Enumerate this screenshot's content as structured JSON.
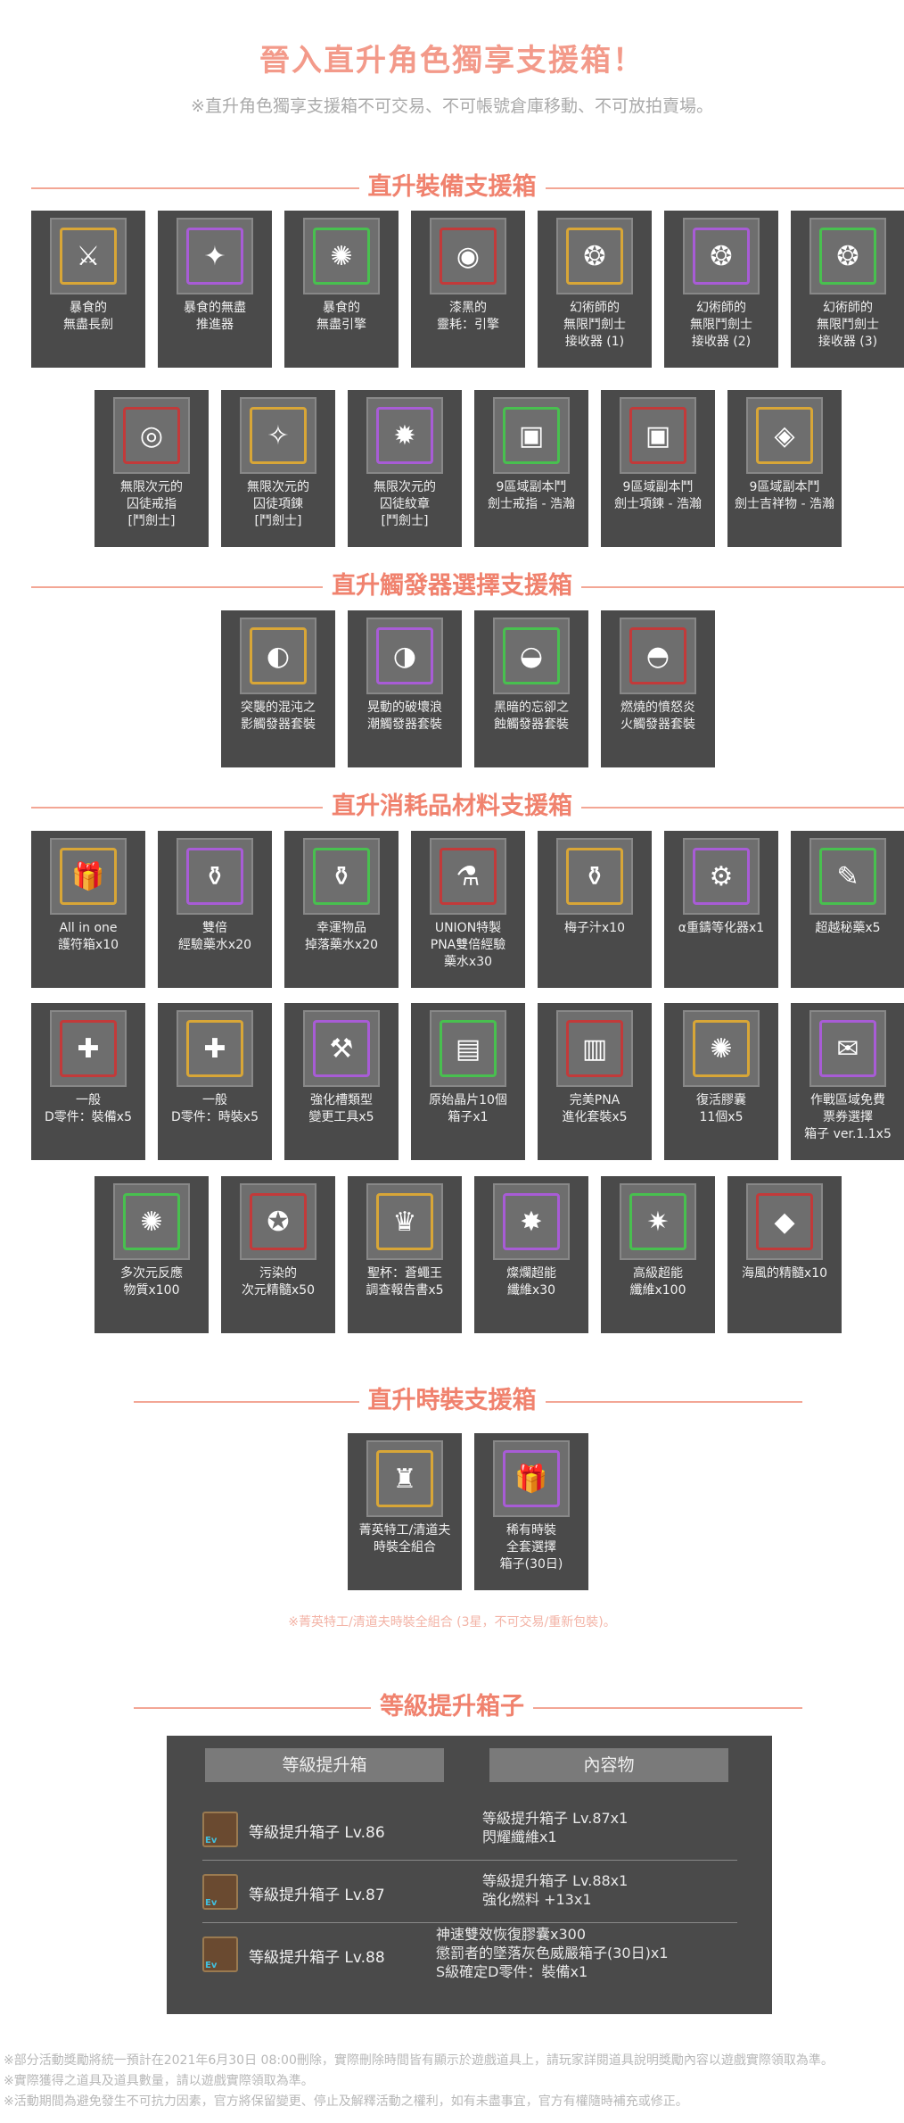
{
  "hero": {
    "title": "晉入直升角色獨享支援箱！",
    "note": "※直升角色獨享支援箱不可交易、不可帳號倉庫移動、不可放拍賣場。"
  },
  "sections": {
    "equipment": "直升裝備支援箱",
    "trigger": "直升觸發器選擇支援箱",
    "consumable": "直升消耗品材料支援箱",
    "fashion": "直升時裝支援箱",
    "level": "等級提升箱子"
  },
  "equipment_items": [
    {
      "lines": [
        "暴食的",
        "無盡長劍"
      ],
      "icon": "sword-icon",
      "glyph": "⚔"
    },
    {
      "lines": [
        "暴食的無盡",
        "推進器"
      ],
      "icon": "thruster-icon",
      "glyph": "✦"
    },
    {
      "lines": [
        "暴食的",
        "無盡引擎"
      ],
      "icon": "engine-icon",
      "glyph": "✺"
    },
    {
      "lines": [
        "漆黑的",
        "靈耗：引擎"
      ],
      "icon": "dark-engine-icon",
      "glyph": "◉"
    },
    {
      "lines": [
        "幻術師的",
        "無限鬥劍士",
        "接收器 (1)"
      ],
      "icon": "receiver-icon",
      "glyph": "❂"
    },
    {
      "lines": [
        "幻術師的",
        "無限鬥劍士",
        "接收器 (2)"
      ],
      "icon": "receiver-icon",
      "glyph": "❂"
    },
    {
      "lines": [
        "幻術師的",
        "無限鬥劍士",
        "接收器 (3)"
      ],
      "icon": "receiver-icon",
      "glyph": "❂"
    },
    {
      "lines": [
        "無限次元的",
        "囚徒戒指",
        "[鬥劍士]"
      ],
      "icon": "ring-icon",
      "glyph": "◎"
    },
    {
      "lines": [
        "無限次元的",
        "囚徒項鍊",
        "[鬥劍士]"
      ],
      "icon": "necklace-icon",
      "glyph": "✧"
    },
    {
      "lines": [
        "無限次元的",
        "囚徒紋章",
        "[鬥劍士]"
      ],
      "icon": "emblem-icon",
      "glyph": "✹"
    },
    {
      "lines": [
        "9區域副本鬥",
        "劍士戒指 - 浩瀚"
      ],
      "icon": "ring-box-icon",
      "glyph": "▣"
    },
    {
      "lines": [
        "9區域副本鬥",
        "劍士項鍊 - 浩瀚"
      ],
      "icon": "necklace-box-icon",
      "glyph": "▣"
    },
    {
      "lines": [
        "9區域副本鬥",
        "劍士吉祥物 - 浩瀚"
      ],
      "icon": "mascot-box-icon",
      "glyph": "◈"
    }
  ],
  "trigger_items": [
    {
      "lines": [
        "突襲的混沌之",
        "影觸發器套裝"
      ],
      "icon": "trigger-cube-icon",
      "glyph": "◐"
    },
    {
      "lines": [
        "晃動的破壞浪",
        "潮觸發器套裝"
      ],
      "icon": "trigger-cube-icon",
      "glyph": "◑"
    },
    {
      "lines": [
        "黑暗的忘卻之",
        "蝕觸發器套裝"
      ],
      "icon": "trigger-cube-icon",
      "glyph": "◒"
    },
    {
      "lines": [
        "燃燒的憤怒炎",
        "火觸發器套裝"
      ],
      "icon": "trigger-cube-icon",
      "glyph": "◓"
    }
  ],
  "consumable_items": [
    {
      "lines": [
        "All in one",
        "護符箱x10"
      ],
      "icon": "gift-box-icon",
      "glyph": "🎁"
    },
    {
      "lines": [
        "雙倍",
        "經驗藥水x20"
      ],
      "icon": "potion-icon",
      "glyph": "⚱"
    },
    {
      "lines": [
        "幸運物品",
        "掉落藥水x20"
      ],
      "icon": "potion-icon",
      "glyph": "⚱"
    },
    {
      "lines": [
        "UNION特製",
        "PNA雙倍經驗",
        "藥水x30"
      ],
      "icon": "potion-icon",
      "glyph": "⚗"
    },
    {
      "lines": [
        "梅子汁x10"
      ],
      "icon": "bottles-icon",
      "glyph": "⚱"
    },
    {
      "lines": [
        "α重鑄等化器x1"
      ],
      "icon": "equalizer-icon",
      "glyph": "⚙"
    },
    {
      "lines": [
        "超越秘藥x5"
      ],
      "icon": "elixir-icon",
      "glyph": "✎"
    },
    {
      "lines": [
        "一般",
        "D零件：裝備x5"
      ],
      "icon": "part-icon",
      "glyph": "✚"
    },
    {
      "lines": [
        "一般",
        "D零件：時裝x5"
      ],
      "icon": "part-icon",
      "glyph": "✚"
    },
    {
      "lines": [
        "強化槽類型",
        "變更工具x5"
      ],
      "icon": "tool-icon",
      "glyph": "⚒"
    },
    {
      "lines": [
        "原始晶片10個",
        "箱子x1"
      ],
      "icon": "chip-box-icon",
      "glyph": "▤"
    },
    {
      "lines": [
        "完美PNA",
        "進化套裝x5"
      ],
      "icon": "pna-kit-icon",
      "glyph": "▥"
    },
    {
      "lines": [
        "復活膠囊",
        "11個x5"
      ],
      "icon": "capsule-icon",
      "glyph": "✺"
    },
    {
      "lines": [
        "作戰區域免費",
        "票券選擇",
        "箱子 ver.1.1x5"
      ],
      "icon": "ticket-icon",
      "glyph": "✉"
    },
    {
      "lines": [
        "多次元反應",
        "物質x100"
      ],
      "icon": "matter-icon",
      "glyph": "✺"
    },
    {
      "lines": [
        "污染的",
        "次元精髓x50"
      ],
      "icon": "essence-icon",
      "glyph": "✪"
    },
    {
      "lines": [
        "聖杯：蒼蠅王",
        "調查報告書x5"
      ],
      "icon": "grail-icon",
      "glyph": "♛"
    },
    {
      "lines": [
        "燦爛超能",
        "纖維x30"
      ],
      "icon": "fiber-icon",
      "glyph": "✸"
    },
    {
      "lines": [
        "高級超能",
        "纖維x100"
      ],
      "icon": "fiber-icon",
      "glyph": "✷"
    },
    {
      "lines": [
        "海風的精髓x10"
      ],
      "icon": "crystal-icon",
      "glyph": "◆"
    }
  ],
  "fashion_items": [
    {
      "lines": [
        "菁英特工/清道夫",
        "時裝全組合"
      ],
      "icon": "fashion-bag-icon",
      "glyph": "♜"
    },
    {
      "lines": [
        "稀有時裝",
        "全套選擇",
        "箱子(30日)"
      ],
      "icon": "fashion-box-icon",
      "glyph": "🎁"
    }
  ],
  "fashion_note": "※菁英特工/清道夫時裝全組合 (3星，不可交易/重新包裝)。",
  "level_table": {
    "col1": "等級提升箱",
    "col2": "內容物",
    "ev_label": "Ev",
    "rows": [
      {
        "name": "等級提升箱子 Lv.86",
        "contents": [
          "等級提升箱子 Lv.87x1",
          "閃耀纖維x1"
        ]
      },
      {
        "name": "等級提升箱子 Lv.87",
        "contents": [
          "等級提升箱子 Lv.88x1",
          "強化燃料 +13x1"
        ]
      },
      {
        "name": "等級提升箱子 Lv.88",
        "contents": [
          "神速雙效恢復膠囊x300",
          "懲罰者的墜落灰色威嚴箱子(30日)x1",
          "S級確定D零件：裝備x1"
        ]
      }
    ]
  },
  "footer": [
    "※部分活動獎勵將統一預計在2021年6月30日 08:00刪除，實際刪除時間皆有顯示於遊戲道具上，請玩家詳閱道具說明獎勵內容以遊戲實際領取為準。",
    "※實際獲得之道具及道具數量，請以遊戲實際領取為準。",
    "※活動期間為避免發生不可抗力因素，官方將保留變更、停止及解釋活動之權利，如有未盡事宜，官方有權隨時補充或修正。"
  ],
  "colors": {
    "accent": "#f0826e",
    "card": "#4a4a4a"
  }
}
